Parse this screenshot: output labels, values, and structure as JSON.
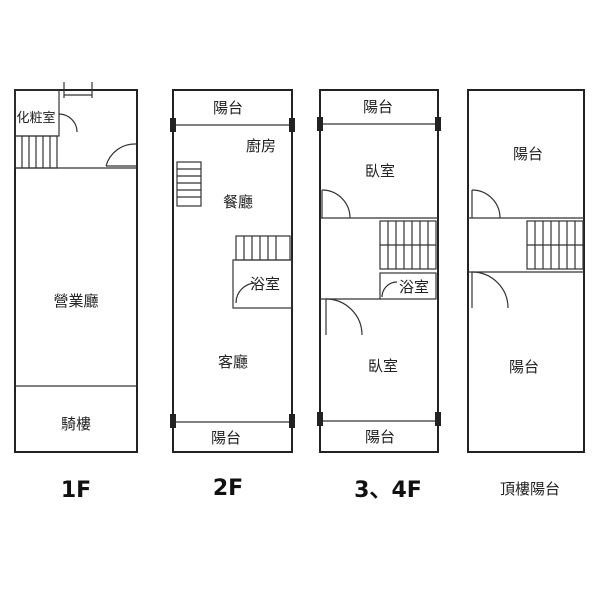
{
  "floors": {
    "f1": {
      "label": "1F",
      "rooms": {
        "powder_room": "化粧室",
        "shop_hall": "營業廳",
        "arcade": "騎樓"
      }
    },
    "f2": {
      "label": "2F",
      "rooms": {
        "balcony_top": "陽台",
        "kitchen": "廚房",
        "dining": "餐廳",
        "bathroom": "浴室",
        "living": "客廳",
        "balcony_bottom": "陽台"
      }
    },
    "f34": {
      "label": "3、4F",
      "rooms": {
        "balcony_top": "陽台",
        "bedroom_top": "臥室",
        "bathroom": "浴室",
        "bedroom_bottom": "臥室",
        "balcony_bottom": "陽台"
      }
    },
    "roof": {
      "label": "頂樓陽台",
      "rooms": {
        "balcony_top": "陽台",
        "balcony_bottom": "陽台"
      }
    }
  },
  "colors": {
    "line": "#222222",
    "background": "#ffffff"
  }
}
